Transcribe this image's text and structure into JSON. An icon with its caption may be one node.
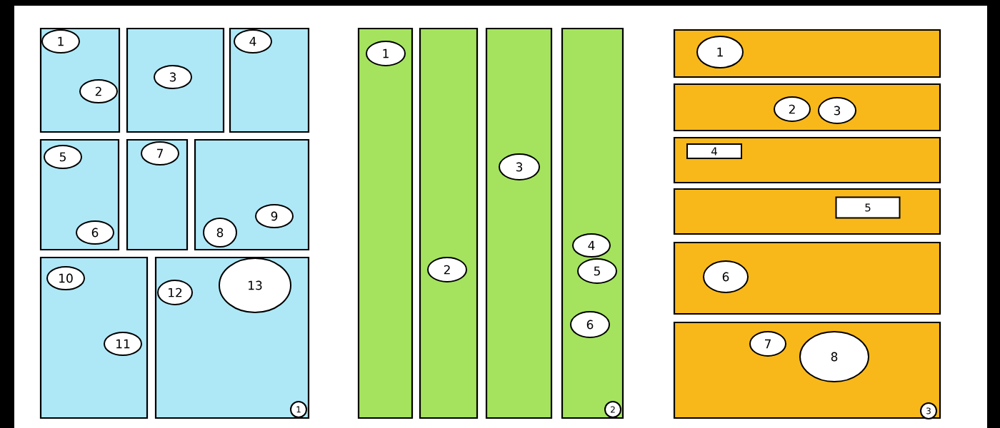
{
  "diagram": {
    "nodes": [
      {
        "text": [],
        "shape": "box"
      },
      {
        "text": [
          "1"
        ],
        "in": 0
      },
      {
        "text": [
          "2"
        ],
        "in": 0
      },
      {
        "text": [],
        "shape": "box"
      },
      {
        "text": [
          "3"
        ],
        "in": 3
      },
      {
        "text": [],
        "shape": "box"
      },
      {
        "text": [
          "4"
        ],
        "in": 5
      },
      {
        "text": [],
        "shape": "box"
      },
      {
        "text": [
          "5"
        ],
        "in": 7
      },
      {
        "text": [
          "6"
        ],
        "in": 7
      },
      {
        "text": [],
        "shape": "box"
      },
      {
        "text": [
          "7"
        ],
        "in": 10
      },
      {
        "text": [],
        "shape": "box"
      },
      {
        "text": [
          "8"
        ],
        "in": 12
      },
      {
        "text": [
          "9"
        ],
        "in": 12
      },
      {
        "text": [],
        "shape": "box"
      },
      {
        "text": [
          "10"
        ],
        "in": 15
      },
      {
        "text": [
          "11"
        ],
        "in": 15
      },
      {
        "text": [],
        "shape": "box"
      },
      {
        "text": [
          "12"
        ],
        "in": 18
      },
      {
        "text": [
          "13"
        ],
        "in": 18
      },
      {
        "text": [
          "1"
        ],
        "in": 18
      },
      {
        "text": [],
        "shape": "box"
      },
      {
        "text": [
          "1"
        ],
        "in": 22
      },
      {
        "text": [],
        "shape": "box"
      },
      {
        "text": [
          "2"
        ],
        "in": 24
      },
      {
        "text": [],
        "shape": "box"
      },
      {
        "text": [
          "3"
        ],
        "in": 26
      },
      {
        "text": [],
        "shape": "box"
      },
      {
        "text": [
          "4"
        ],
        "in": 28
      },
      {
        "text": [
          "5"
        ],
        "in": 28
      },
      {
        "text": [
          "6"
        ],
        "in": 28
      },
      {
        "text": [
          "2"
        ],
        "in": 28
      },
      {
        "text": [],
        "shape": "box"
      },
      {
        "text": [
          "1"
        ],
        "in": 33
      },
      {
        "text": [],
        "shape": "box"
      },
      {
        "text": [
          "2"
        ],
        "in": 35
      },
      {
        "text": [
          "3"
        ],
        "in": 35
      },
      {
        "text": [],
        "shape": "box"
      },
      {
        "text": [
          "4"
        ],
        "in": 38
      },
      {
        "text": [],
        "shape": "box"
      },
      {
        "text": [
          "5"
        ],
        "in": 40
      },
      {
        "text": [],
        "shape": "box"
      },
      {
        "text": [
          "6"
        ],
        "in": 42
      },
      {
        "text": [],
        "shape": "box"
      },
      {
        "text": [
          "7"
        ],
        "in": 44
      },
      {
        "text": [
          "8"
        ],
        "in": 44
      },
      {
        "text": [
          "3"
        ],
        "in": 44
      }
    ]
  }
}
